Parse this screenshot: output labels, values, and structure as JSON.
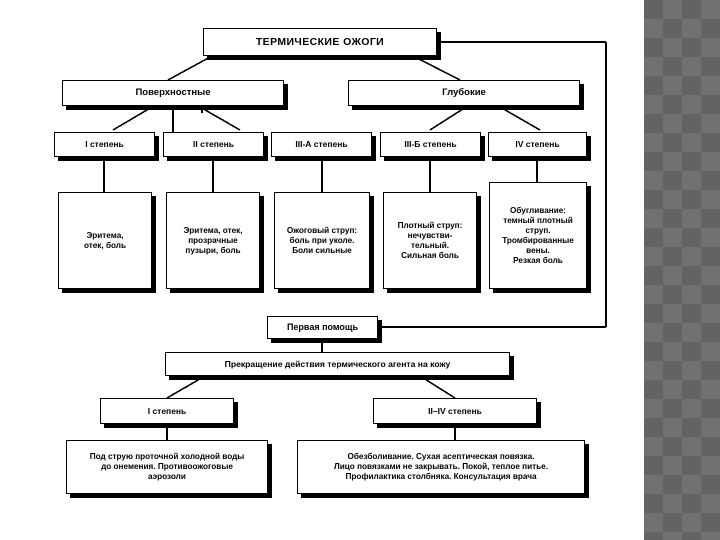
{
  "slide": {
    "background_color": "#ffffff",
    "decor_color": "#636363",
    "decor_accent": "#717171"
  },
  "diagram": {
    "type": "flowchart",
    "title": "ТЕРМИЧЕСКИЕ ОЖОГИ",
    "categories": [
      {
        "id": "superficial",
        "label": "Поверхностные"
      },
      {
        "id": "deep",
        "label": "Глубокие"
      }
    ],
    "degrees": [
      {
        "id": "deg1",
        "label": "I степень",
        "group": "superficial"
      },
      {
        "id": "deg2",
        "label": "II степень",
        "group": "superficial"
      },
      {
        "id": "deg3a",
        "label": "III-А степень",
        "group": "superficial"
      },
      {
        "id": "deg3b",
        "label": "III-Б степень",
        "group": "deep"
      },
      {
        "id": "deg4",
        "label": "IV степень",
        "group": "deep"
      }
    ],
    "symptoms": [
      {
        "for": "deg1",
        "label": "Эритема,\nотек, боль"
      },
      {
        "for": "deg2",
        "label": "Эритема, отек,\nпрозрачные\nпузыри, боль"
      },
      {
        "for": "deg3a",
        "label": "Ожоговый струп:\nболь при уколе.\nБоли сильные"
      },
      {
        "for": "deg3b",
        "label": "Плотный струп:\nнечувстви-\nтельный.\nСильная боль"
      },
      {
        "for": "deg4",
        "label": "Обугливание:\nтемный плотный\nструп.\nТромбированные\nвены.\nРезкая боль"
      }
    ],
    "first_aid": {
      "label": "Первая помощь",
      "stop_agent": "Прекращение действия термического агента на кожу",
      "branches": [
        {
          "id": "aid-deg1",
          "label": "I степень",
          "action": "Под струю проточной холодной воды\nдо онемения. Противоожоговые\nаэрозоли"
        },
        {
          "id": "aid-deg2-4",
          "label": "II–IV степень",
          "action": "Обезболивание. Сухая асептическая повязка.\nЛицо повязками не закрывать. Покой, теплое питье.\nПрофилактика столбняка. Консультация врача"
        }
      ]
    }
  }
}
